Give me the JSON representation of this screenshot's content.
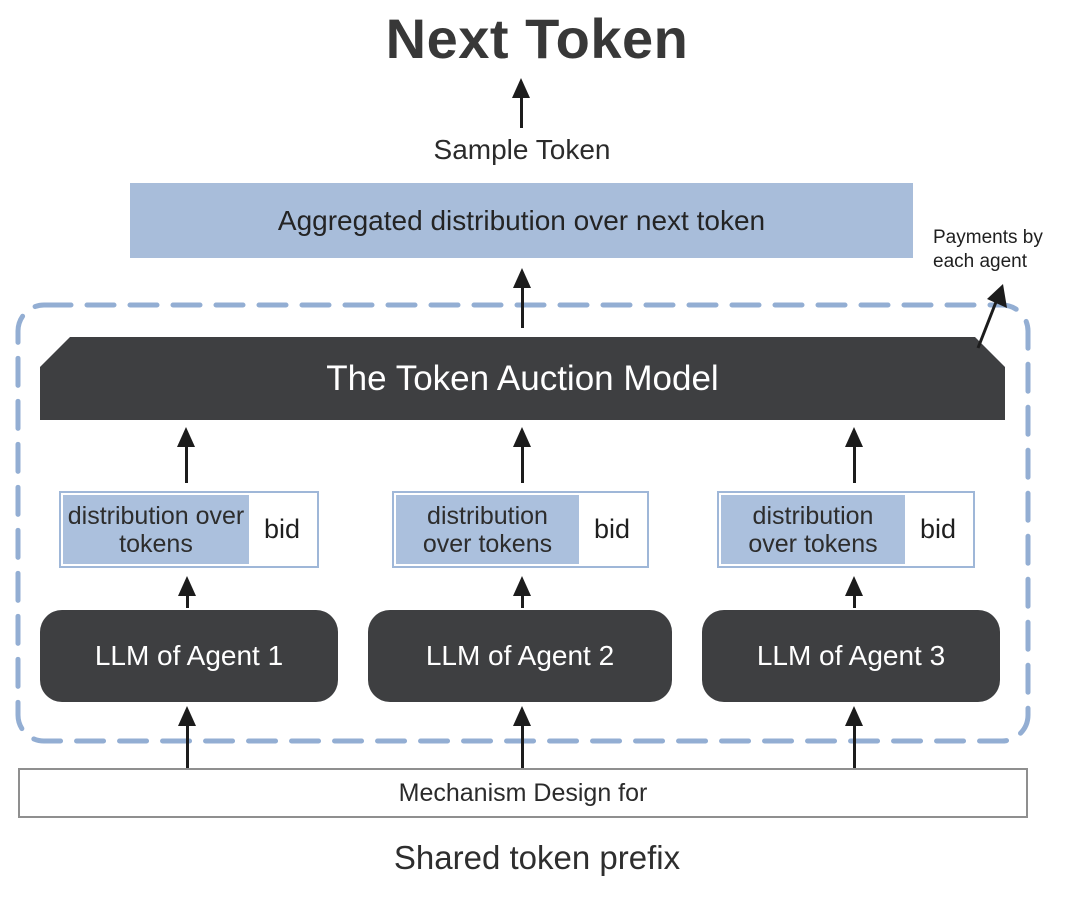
{
  "header": {
    "title": "Next Token",
    "sample_label": "Sample Token"
  },
  "aggregated_box": {
    "label": "Aggregated distribution over next token"
  },
  "payments_note": {
    "line1": "Payments by",
    "line2": "each agent"
  },
  "auction": {
    "title": "The Token Auction Model"
  },
  "agents": [
    {
      "distribution_label": "distribution over tokens",
      "bid_label": "bid",
      "llm_label": "LLM of Agent 1"
    },
    {
      "distribution_label": "distribution over tokens",
      "bid_label": "bid",
      "llm_label": "LLM of Agent 2"
    },
    {
      "distribution_label": "distribution over tokens",
      "bid_label": "bid",
      "llm_label": "LLM of Agent 3"
    }
  ],
  "bottom": {
    "box_label": "Mechanism Design for",
    "caption": "Shared token prefix"
  },
  "colors": {
    "accent_blue_fill": "#a8bdda",
    "dist_cell_blue": "#abc0dd",
    "dashed_border_blue": "#93aed3",
    "dark_box": "#3e3f41",
    "arrow_black": "#1c1c1c"
  }
}
